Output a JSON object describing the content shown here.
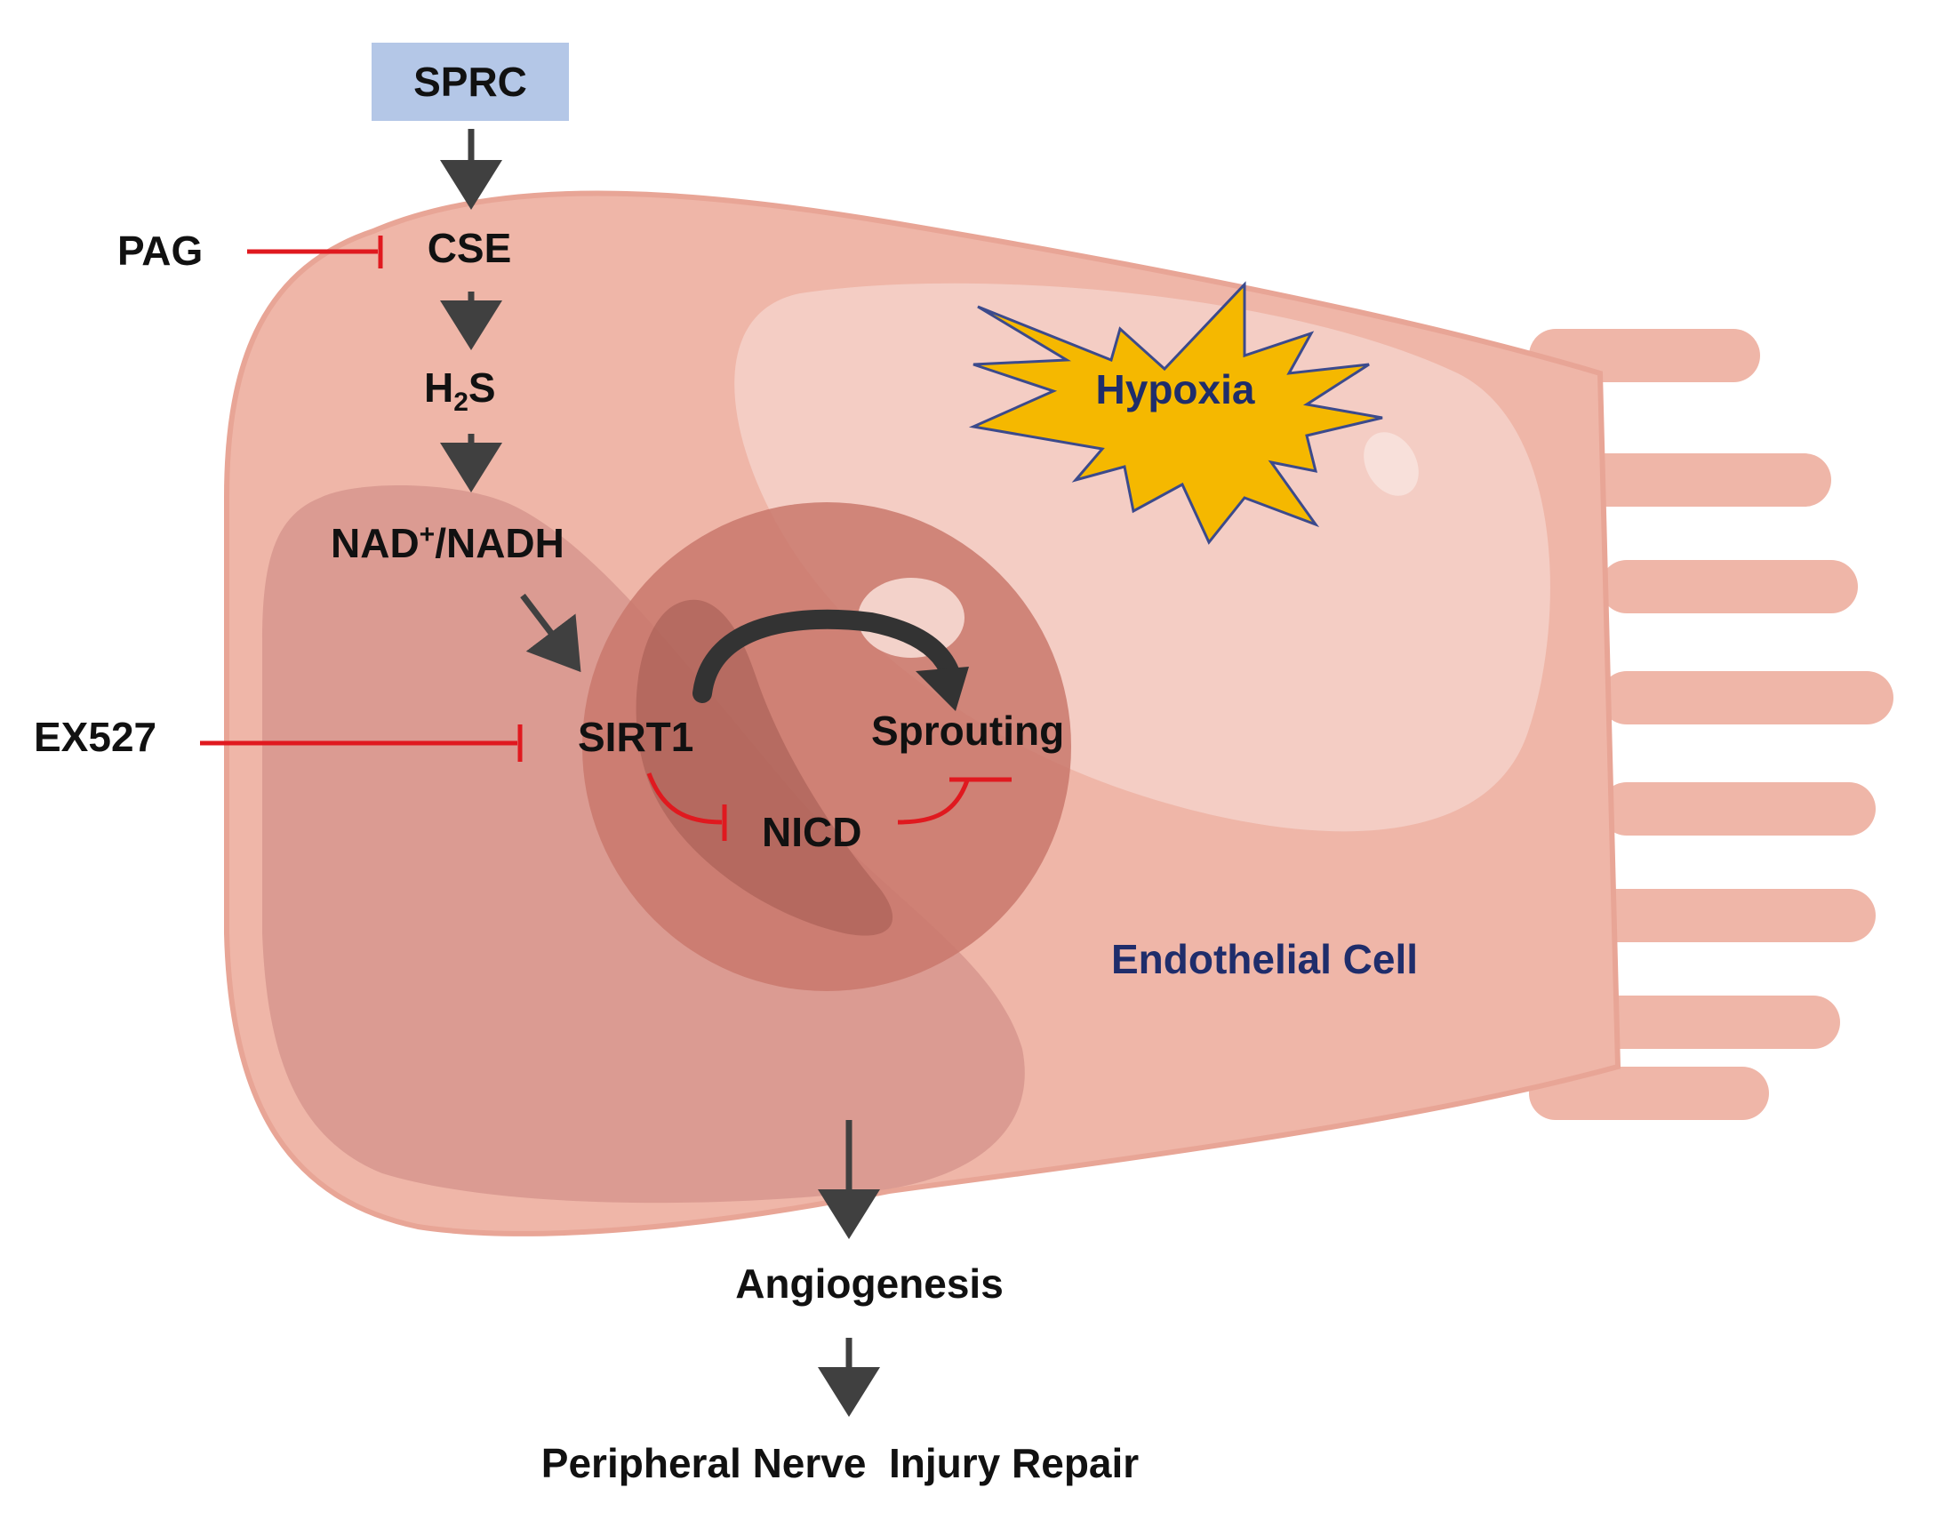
{
  "labels": {
    "sprc": "SPRC",
    "pag": "PAG",
    "cse": "CSE",
    "h2s_main": "H",
    "h2s_sub": "2",
    "h2s_tail": "S",
    "nad_main": "NAD",
    "nad_sup": "+",
    "nad_tail": "/NADH",
    "ex527": "EX527",
    "sirt1": "SIRT1",
    "nicd": "NICD",
    "sprouting": "Sprouting",
    "hypoxia": "Hypoxia",
    "endothelial_cell": "Endothelial Cell",
    "angiogenesis": "Angiogenesis",
    "repair": "Peripheral Nerve  Injury Repair"
  },
  "colors": {
    "sprc_box": "#b4c7e7",
    "cell_body": "#efb6a8",
    "cell_outline": "#e8a596",
    "inner_region": "#d99a90",
    "light_region": "#f4cfc6",
    "nucleus": "#c9786c",
    "nucleus_dark": "#a35a50",
    "hypoxia_fill": "#f5b800",
    "hypoxia_stroke": "#3b4a8c",
    "activation_arrow": "#404040",
    "inhibition": "#e0191f",
    "blue_text": "#1f2d6b",
    "black_text": "#111111"
  }
}
